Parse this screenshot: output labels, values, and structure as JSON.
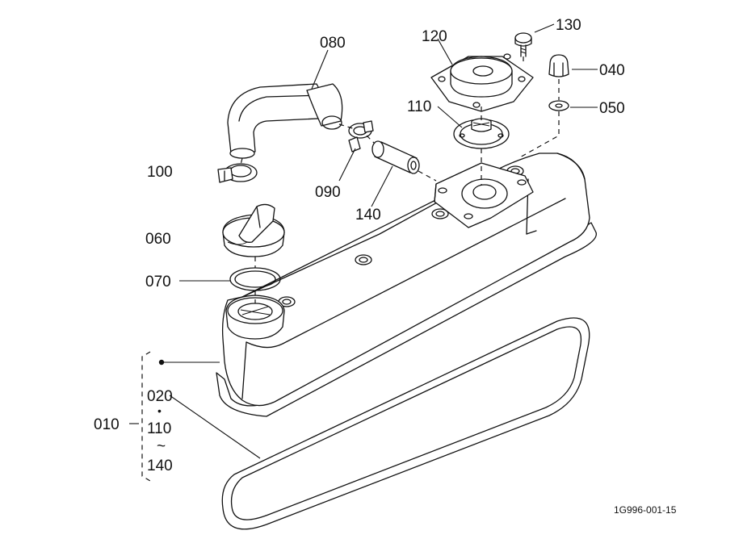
{
  "diagram": {
    "parts": [
      {
        "id": "p130",
        "label": "130"
      },
      {
        "id": "p120",
        "label": "120"
      },
      {
        "id": "p080",
        "label": "080"
      },
      {
        "id": "p040",
        "label": "040"
      },
      {
        "id": "p110",
        "label": "110"
      },
      {
        "id": "p050",
        "label": "050"
      },
      {
        "id": "p100",
        "label": "100"
      },
      {
        "id": "p090",
        "label": "090"
      },
      {
        "id": "p140",
        "label": "140"
      },
      {
        "id": "p060",
        "label": "060"
      },
      {
        "id": "p070",
        "label": "070"
      },
      {
        "id": "p010",
        "label": "010"
      }
    ],
    "assembly_group": {
      "from": "020",
      "dot": "•",
      "mid": "110",
      "tilde": "~",
      "to": "140"
    },
    "figure_code": "1G996-001-15"
  }
}
